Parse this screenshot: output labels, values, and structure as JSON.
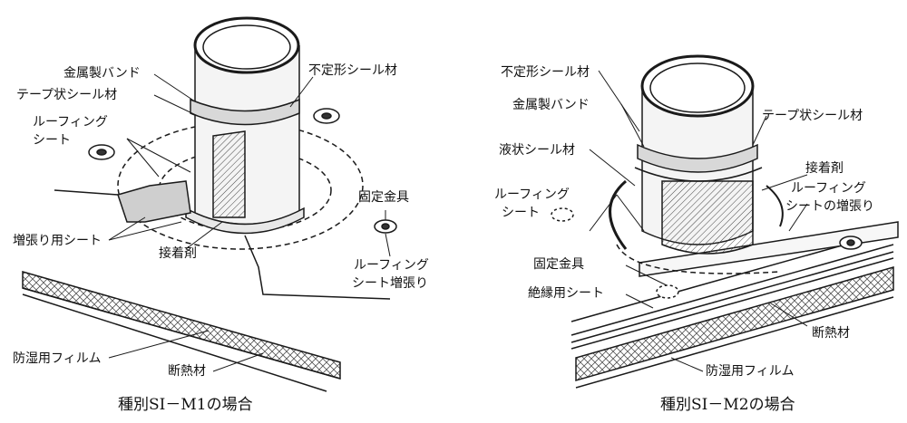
{
  "left": {
    "caption": "種別SI－M1の場合",
    "labels": {
      "metal_band": "金属製バンド",
      "tape_seal": "テープ状シール材",
      "roofing_sheet_1": "ルーフィング",
      "roofing_sheet_2": "シート",
      "reinforce_sheet": "増張り用シート",
      "adhesive": "接着剤",
      "amorphous_seal": "不定形シール材",
      "fixing_metal": "固定金具",
      "roofing_reinforce_1": "ルーフィング",
      "roofing_reinforce_2": "シート増張り",
      "moisture_film": "防湿用フィルム",
      "insulation": "断熱材"
    }
  },
  "right": {
    "caption": "種別SI－M2の場合",
    "labels": {
      "amorphous_seal": "不定形シール材",
      "metal_band": "金属製バンド",
      "tape_seal": "テープ状シール材",
      "liquid_seal": "液状シール材",
      "adhesive": "接着剤",
      "roofing_sheet_1": "ルーフィング",
      "roofing_sheet_2": "シート",
      "roofing_reinforce_1": "ルーフィング",
      "roofing_reinforce_2": "シートの増張り",
      "fixing_metal": "固定金具",
      "insulating_sheet": "絶縁用シート",
      "insulation": "断熱材",
      "moisture_film": "防湿用フィルム"
    }
  },
  "colors": {
    "line": "#1a1a1a",
    "hatch": "#555555",
    "fill_light": "#f2f2f2",
    "fill_grey": "#c8c8c8"
  }
}
